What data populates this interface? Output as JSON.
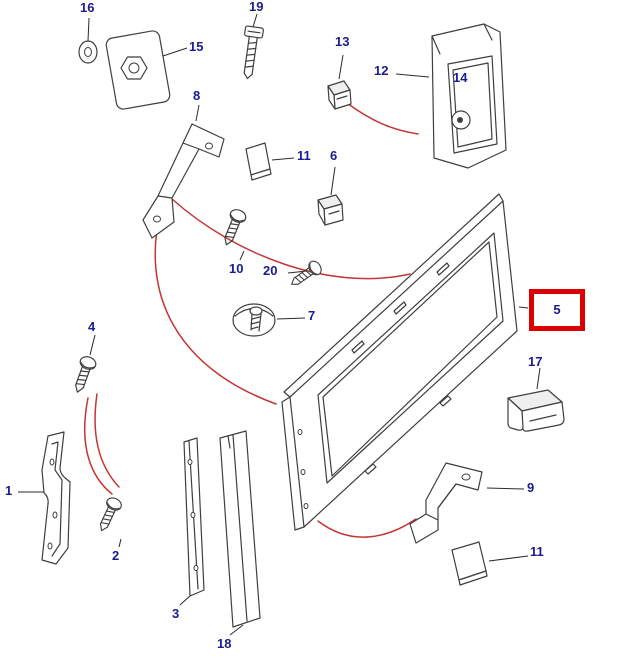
{
  "diagram": {
    "type": "exploded-parts-diagram",
    "background_color": "#ffffff",
    "callout_color": "#1b1b8f",
    "art_line_color": "#3f3f3f",
    "reference_curve_color": "#c63434",
    "highlight_box_color": "#dd0000",
    "highlighted_part": "5"
  },
  "callouts": [
    {
      "part": "16",
      "text": "16"
    },
    {
      "part": "15",
      "text": "15"
    },
    {
      "part": "19",
      "text": "19"
    },
    {
      "part": "13",
      "text": "13"
    },
    {
      "part": "12",
      "text": "12"
    },
    {
      "part": "14",
      "text": "14"
    },
    {
      "part": "8",
      "text": "8"
    },
    {
      "part": "11",
      "text": "11"
    },
    {
      "part": "6",
      "text": "6"
    },
    {
      "part": "10",
      "text": "10"
    },
    {
      "part": "20",
      "text": "20"
    },
    {
      "part": "7",
      "text": "7"
    },
    {
      "part": "5",
      "text": "5",
      "highlighted": true
    },
    {
      "part": "17",
      "text": "17"
    },
    {
      "part": "4",
      "text": "4"
    },
    {
      "part": "1",
      "text": "1"
    },
    {
      "part": "2",
      "text": "2"
    },
    {
      "part": "3",
      "text": "3"
    },
    {
      "part": "18",
      "text": "18"
    },
    {
      "part": "9",
      "text": "9"
    },
    {
      "part": "11b",
      "text": "11"
    }
  ]
}
